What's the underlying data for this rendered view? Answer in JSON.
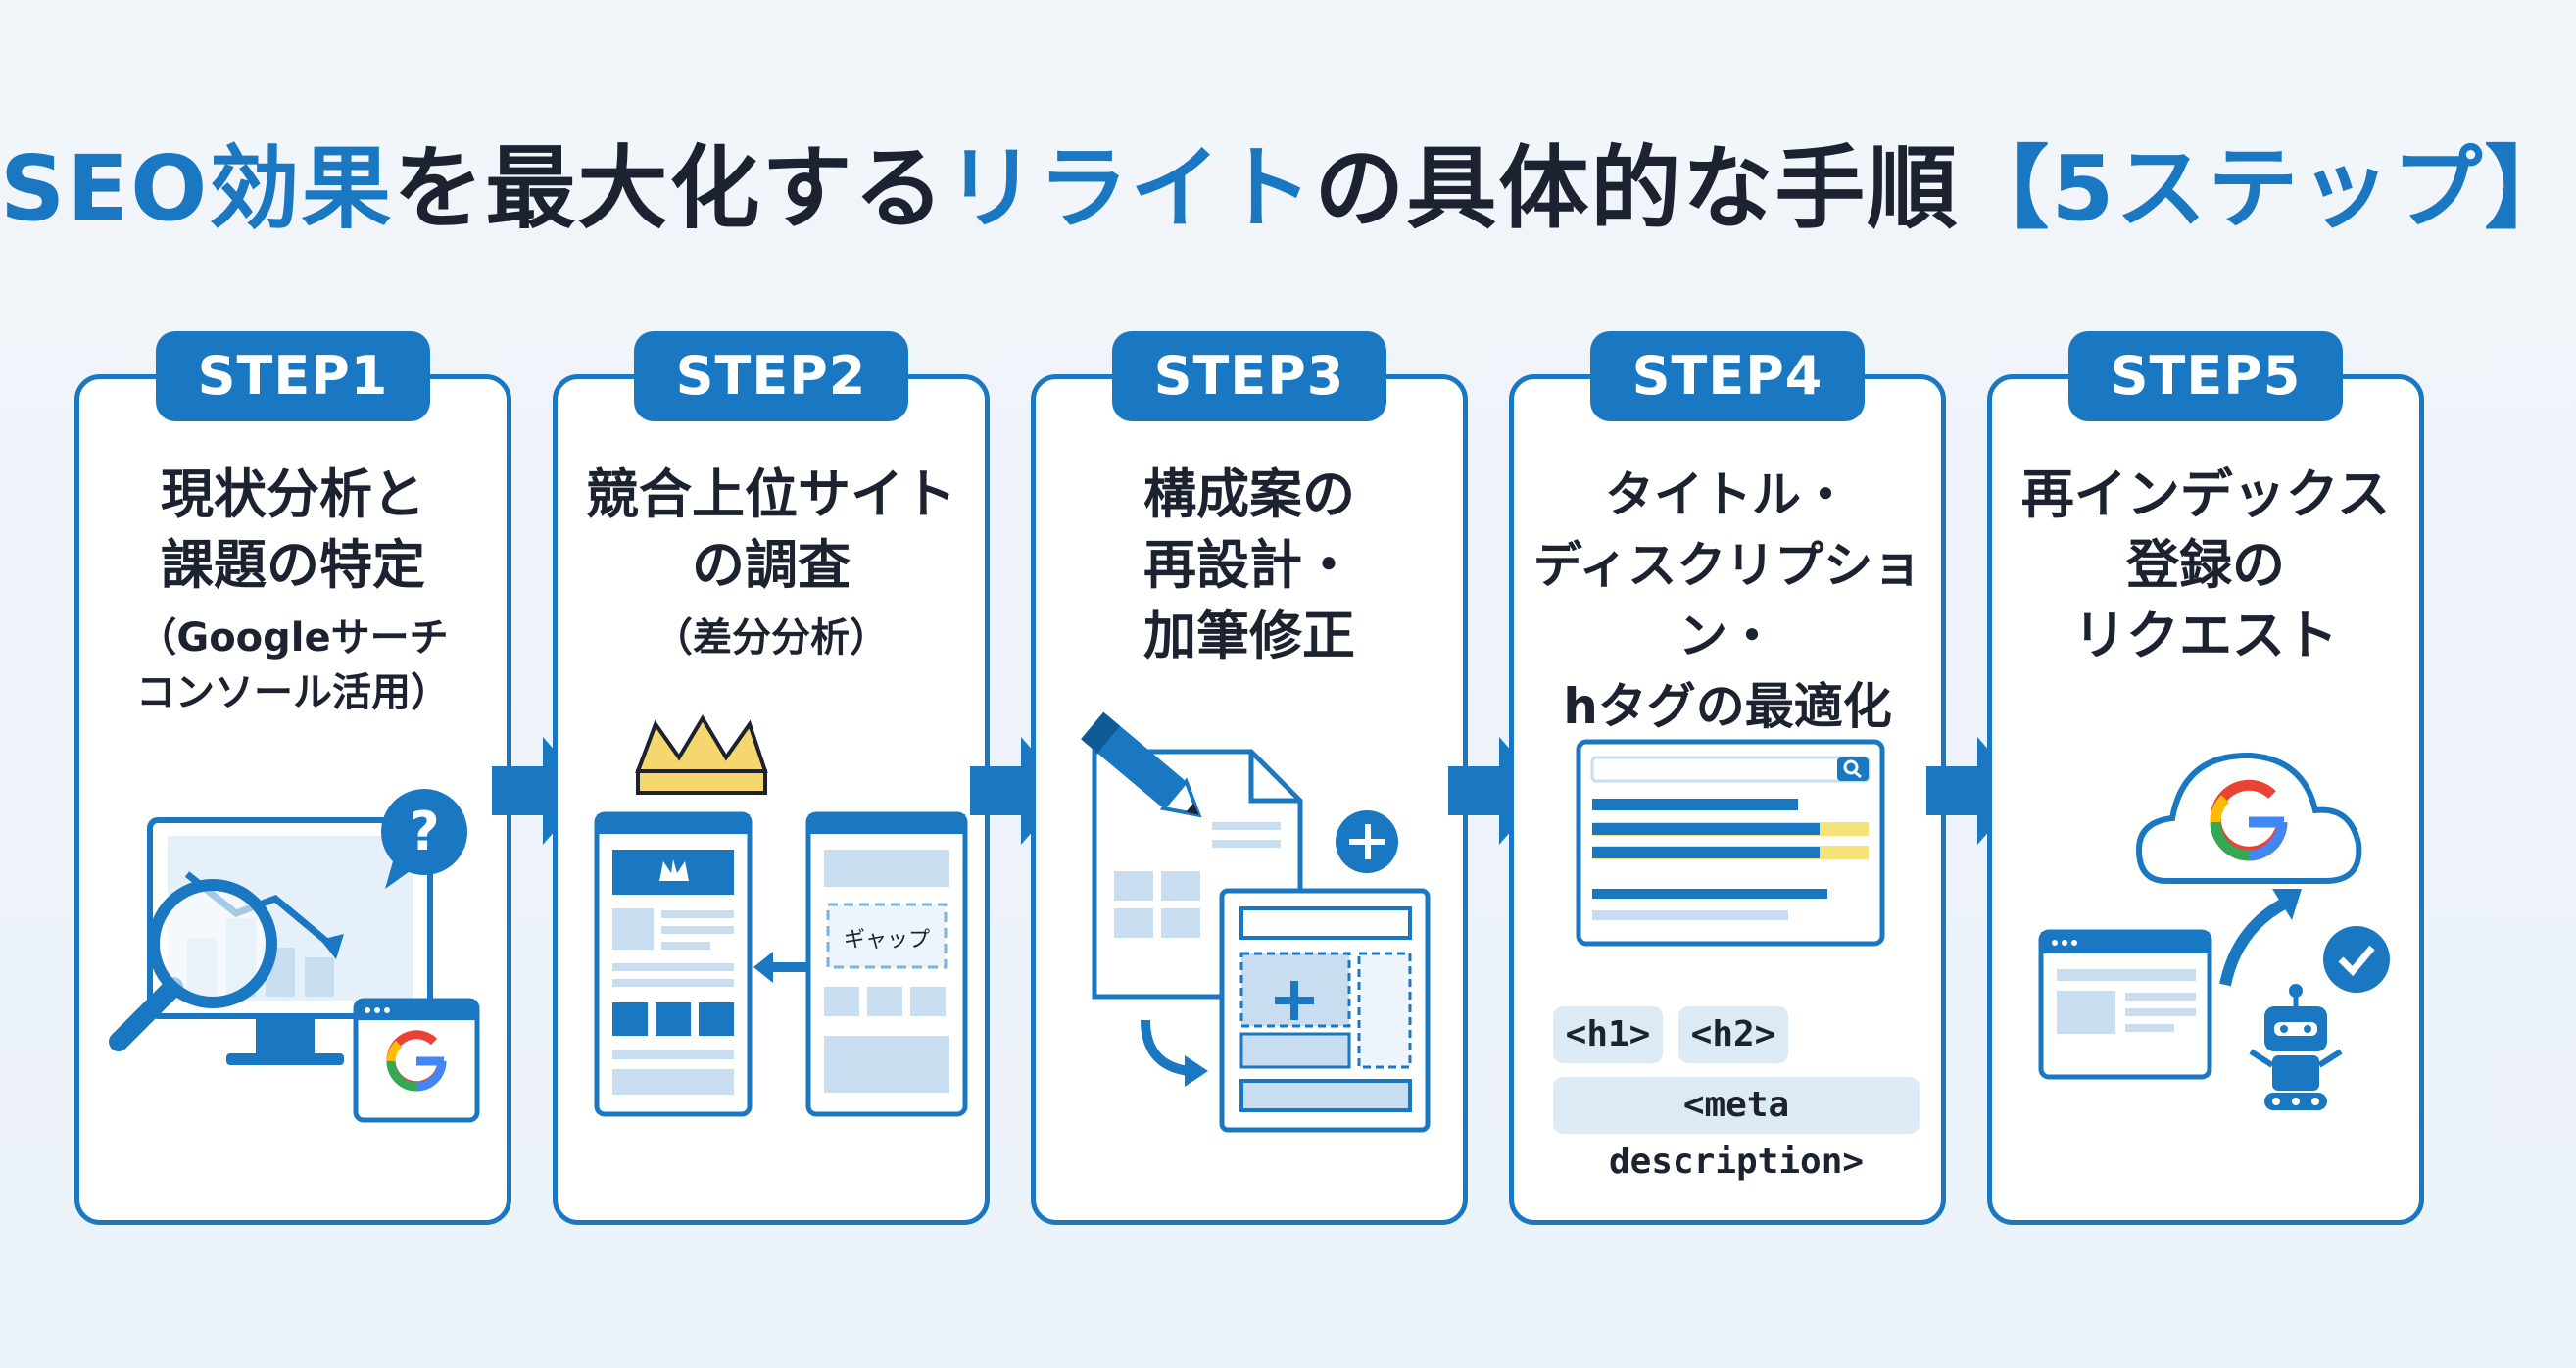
{
  "title": {
    "part1": "SEO効果",
    "part2": "を最大化する",
    "part3": "リライト",
    "part4": "の具体的な手順",
    "part5": "【5ステップ】"
  },
  "steps": [
    {
      "badge": "STEP1",
      "title_lines": [
        "現状分析と",
        "課題の特定"
      ],
      "sub_lines": [
        "（Googleサーチ",
        "コンソール活用）"
      ]
    },
    {
      "badge": "STEP2",
      "title_lines": [
        "競合上位サイト",
        "の調査"
      ],
      "sub_lines": [
        "（差分分析）"
      ],
      "gap_label": "ギャップ"
    },
    {
      "badge": "STEP3",
      "title_lines": [
        "構成案の",
        "再設計・",
        "加筆修正"
      ]
    },
    {
      "badge": "STEP4",
      "title_lines": [
        "タイトル・",
        "ディスクリプション・",
        "hタグの最適化"
      ],
      "tags": [
        "<h1>",
        "<h2>",
        "<meta description>"
      ]
    },
    {
      "badge": "STEP5",
      "title_lines": [
        "再インデックス",
        "登録の",
        "リクエスト"
      ]
    }
  ],
  "icons": [
    "question-icon",
    "magnifier-icon",
    "google-icon",
    "crown-icon",
    "double-arrow-icon",
    "pencil-icon",
    "plus-icon",
    "search-icon",
    "cloud-icon",
    "check-icon",
    "robot-icon",
    "arrow-right-icon"
  ],
  "colors": {
    "primary": "#1a78c2",
    "light": "#c9ddf0",
    "highlight": "#f5e27a",
    "text": "#1c2230"
  }
}
